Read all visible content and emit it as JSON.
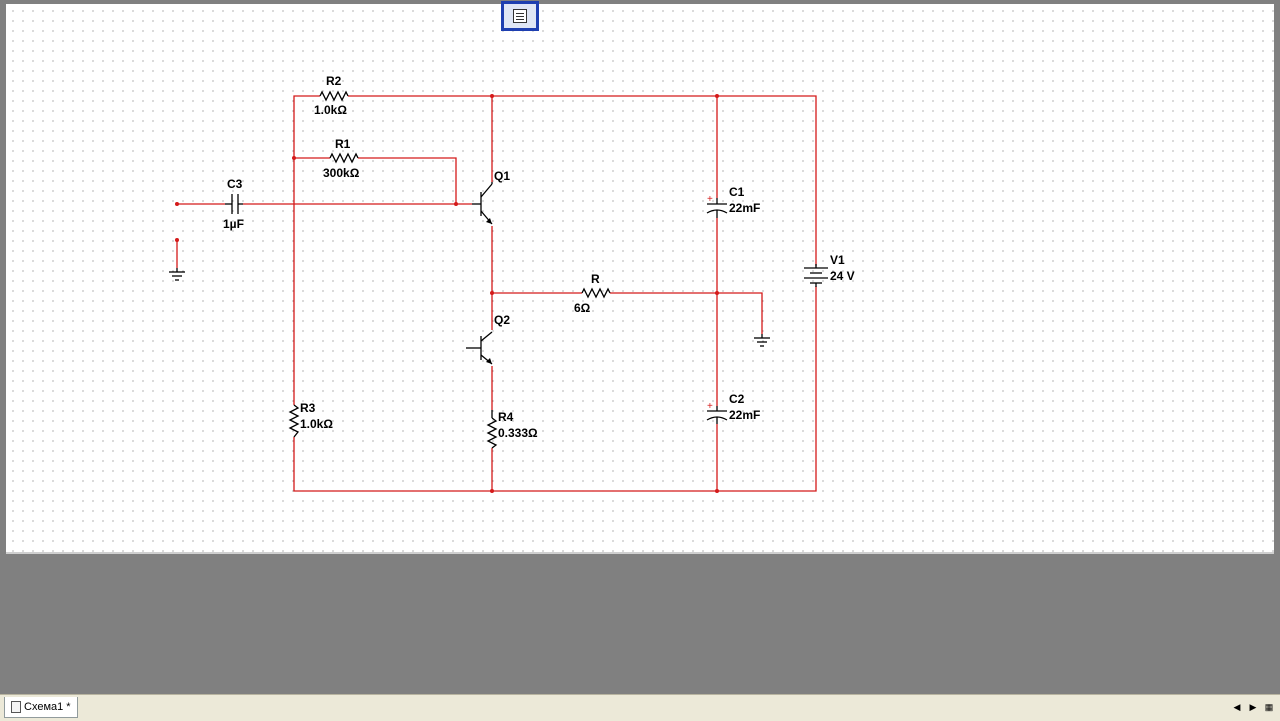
{
  "document_tab": {
    "label": "Схема1 *"
  },
  "components": {
    "R2": {
      "ref": "R2",
      "value": "1.0kΩ"
    },
    "R1": {
      "ref": "R1",
      "value": "300kΩ"
    },
    "C3": {
      "ref": "C3",
      "value": "1µF"
    },
    "Q1": {
      "ref": "Q1"
    },
    "Q2": {
      "ref": "Q2"
    },
    "C1": {
      "ref": "C1",
      "value": "22mF"
    },
    "C2": {
      "ref": "C2",
      "value": "22mF"
    },
    "V1": {
      "ref": "V1",
      "value": "24 V"
    },
    "R": {
      "ref": "R",
      "value": "6Ω"
    },
    "R3": {
      "ref": "R3",
      "value": "1.0kΩ"
    },
    "R4": {
      "ref": "R4",
      "value": "0.333Ω"
    }
  },
  "polarity_mark": "+",
  "colors": {
    "wire": "#d41a1a",
    "component": "#000000",
    "canvas": "#ffffff",
    "workspace": "#808080"
  },
  "icons": {
    "toolbar_button": "description-box-icon",
    "tab": "schematic-document-icon",
    "nav": [
      "scroll-left-icon",
      "scroll-right-icon",
      "tile-windows-icon"
    ]
  }
}
